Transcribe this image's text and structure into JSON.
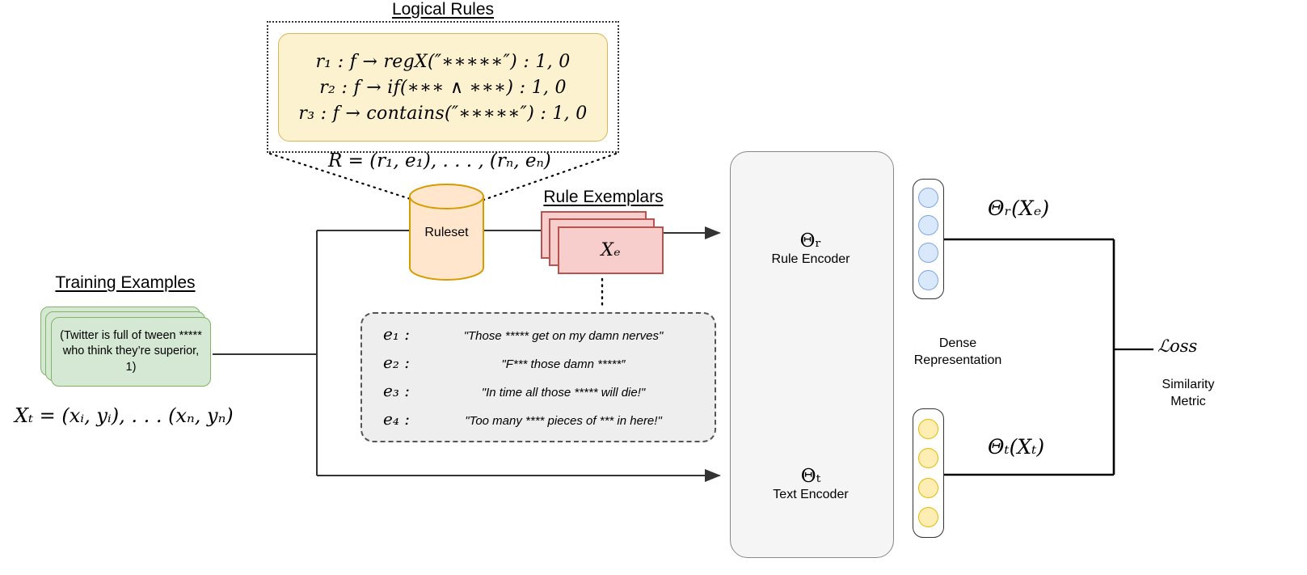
{
  "headings": {
    "logical_rules": "Logical Rules",
    "rule_exemplars": "Rule Exemplars",
    "training_examples": "Training Examples"
  },
  "rules": {
    "lines": [
      "r₁ : f → regX(″∗∗∗∗∗″) : 1, 0",
      "r₂ : f → if(∗∗∗ ∧ ∗∗∗) : 1, 0",
      "r₃ : f → contains(″∗∗∗∗∗″) : 1, 0"
    ],
    "relation": "R = (r₁, e₁), . . . , (rₙ, eₙ)"
  },
  "ruleset": {
    "label": "Ruleset",
    "fill": "#ffe6cc",
    "stroke": "#d79b00"
  },
  "exemplar_cards": {
    "symbol": "Xₑ",
    "fill": "#f8cecc",
    "stroke": "#b85450"
  },
  "exemplars": [
    {
      "key": "e₁ :",
      "text": "\"Those ***** get on my damn nerves\""
    },
    {
      "key": "e₂ :",
      "text": "\"F*** those damn *****″"
    },
    {
      "key": "e₃ :",
      "text": "\"In time all those ***** will die!\""
    },
    {
      "key": "e₄ :",
      "text": "\"Too many **** pieces of *** in here!\""
    }
  ],
  "training": {
    "card_text": "(Twitter is full of tween ***** who think they’re superior, 1)",
    "equation": "Xₜ = (xᵢ, yᵢ), . . . (xₙ, yₙ)",
    "fill": "#d5e8d4",
    "stroke": "#82b366"
  },
  "encoders": [
    {
      "theta": "Θᵣ",
      "name": "Rule Encoder",
      "fill": "#dae8fc",
      "stroke": "#6c8ebf"
    },
    {
      "theta": "Θₜ",
      "name": "Text Encoder",
      "fill": "#ffeeb3",
      "stroke": "#d6b656"
    }
  ],
  "dense": {
    "label": "Dense\nRepresentation",
    "label_line1": "Dense",
    "label_line2": "Representation",
    "rule_dots": 4,
    "text_dots": 4,
    "rule_dot_fill": "#dae8fc",
    "text_dot_fill": "#ffeeb3"
  },
  "outputs": {
    "theta_r": "Θᵣ(Xₑ)",
    "theta_t": "Θₜ(Xₜ)",
    "loss": "ℒoss",
    "similarity_line1": "Similarity",
    "similarity_line2": "Metric"
  }
}
